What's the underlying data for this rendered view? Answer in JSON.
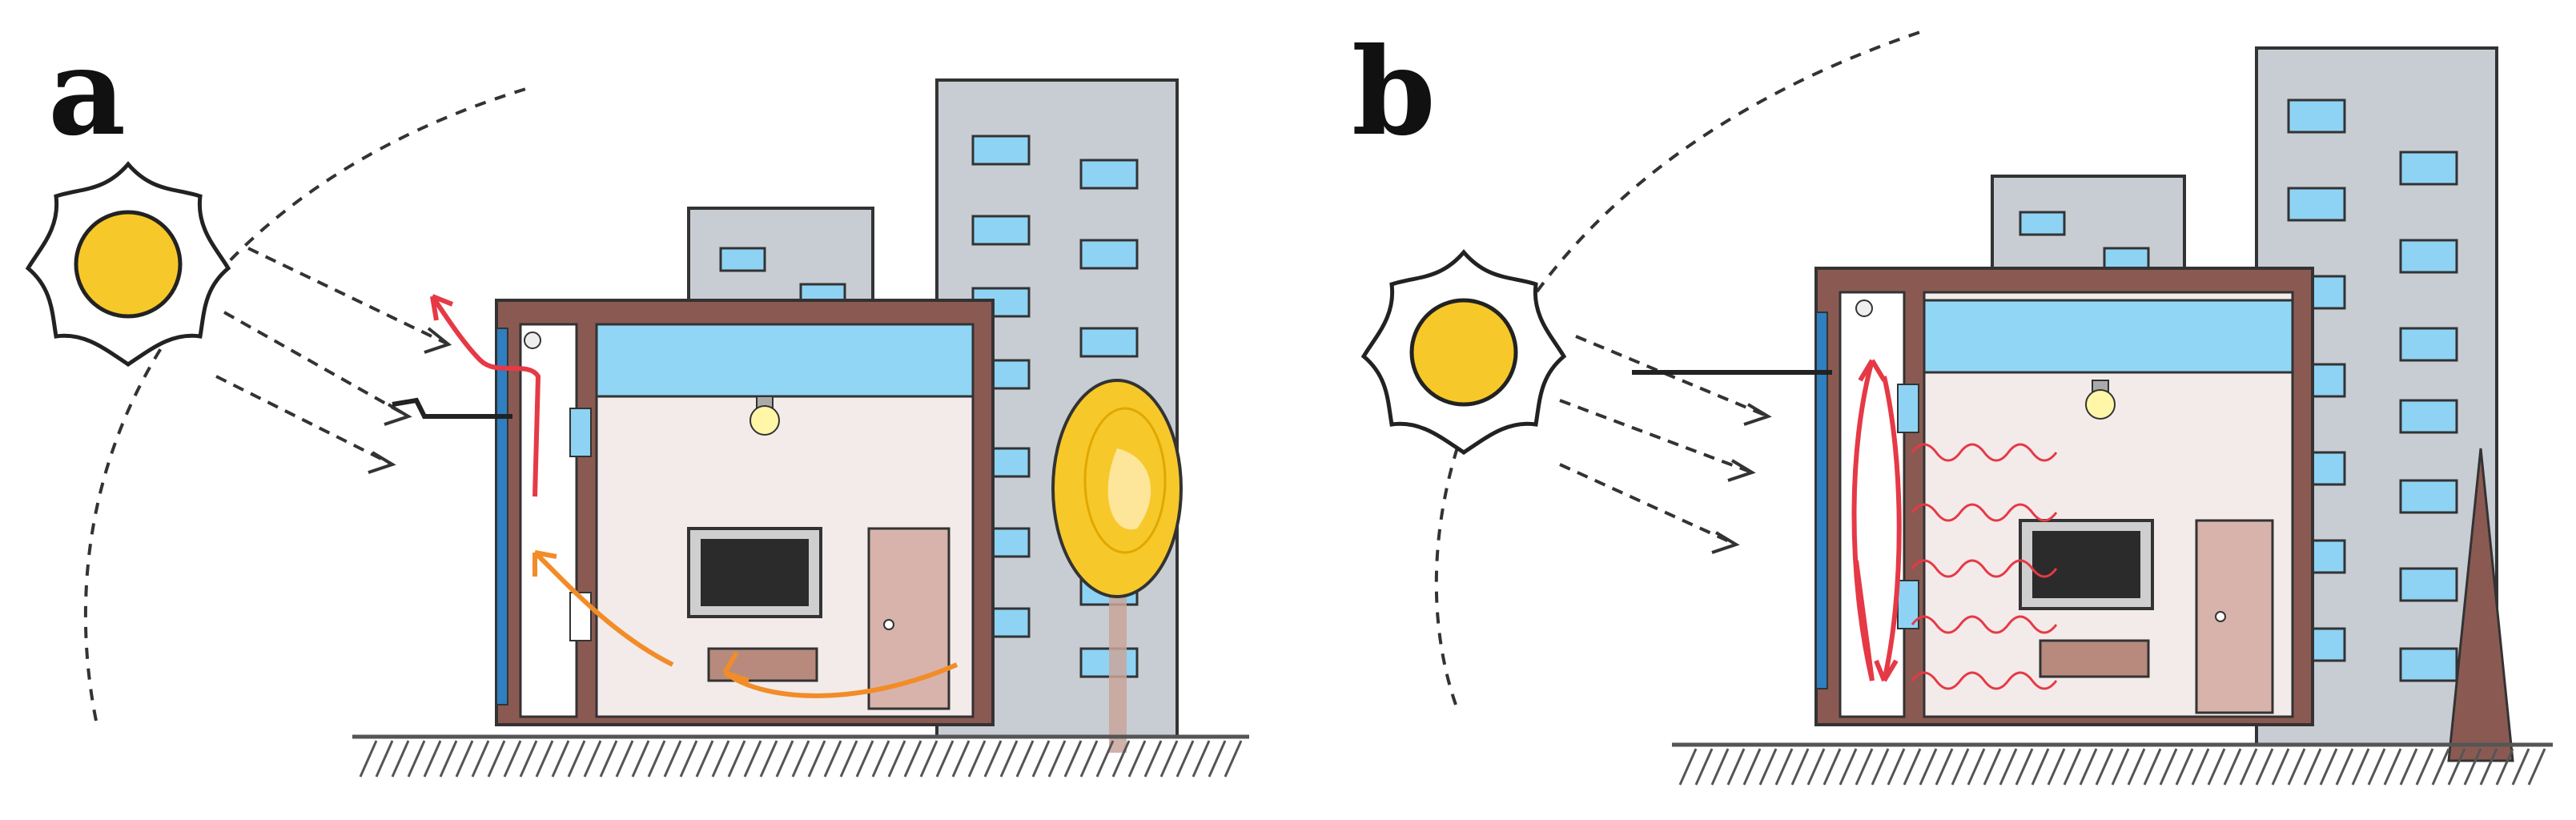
{
  "panels": [
    {
      "label": "a",
      "season": "summer",
      "ventilation": "exhaust",
      "shading_tree": "deciduous-broadleaf"
    },
    {
      "label": "b",
      "season": "winter",
      "ventilation": "closed-loop",
      "shading_tree": "conifer"
    }
  ],
  "colors": {
    "sun": "#f7c82a",
    "wall": "#8a5a52",
    "room": "#f2ebea",
    "ceiling": "#91d6f5",
    "window": "#8fd3f4",
    "building": "#c8cdd3",
    "door": "#d8b3ab",
    "tv": "#2b2b2b",
    "hot_air": "#e63946",
    "cool_air": "#f28c28",
    "ground": "#555555"
  },
  "icons": [
    "sun-icon",
    "light-bulb-icon",
    "door-icon",
    "television-icon",
    "tree-icon",
    "building-icon"
  ]
}
